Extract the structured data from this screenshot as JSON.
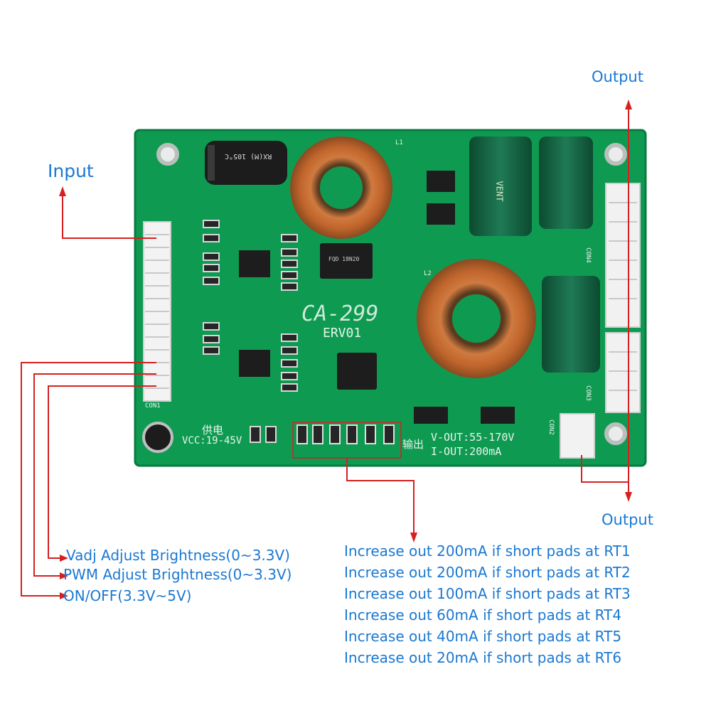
{
  "labels": {
    "input": "Input",
    "output_top": "Output",
    "output_bottom": "Output",
    "vadj": "Vadj Adjust Brightness(0~3.3V)",
    "pwm": "PWM Adjust Brightness(0~3.3V)",
    "onoff": "ON/OFF(3.3V~5V)"
  },
  "rt_notes": [
    "Increase out 200mA if short pads at RT1",
    "Increase out 200mA if short pads at RT2",
    "Increase out 100mA if short pads at RT3",
    "Increase out 60mA if short pads at RT4",
    "Increase out 40mA if short pads at RT5",
    "Increase out 20mA if short pads at RT6"
  ],
  "board": {
    "model": "CA-299",
    "version": "ERV01",
    "vcc_cn": "供电",
    "vcc": "VCC:19-45V",
    "out_cn": "输出",
    "vout": "V-OUT:55-170V",
    "iout": "I-OUT:200mA",
    "con1": "CON1",
    "con2": "CON2",
    "con3": "CON3",
    "con4": "CON4",
    "l1": "L1",
    "l2": "L2",
    "cap1": "RX(M) 105°C",
    "cap_vent": "VENT",
    "mosfet": "FQD 18N20"
  },
  "colors": {
    "label": "#1a78d2",
    "pointer": "#d62020",
    "pcb": "#0f9a52"
  }
}
